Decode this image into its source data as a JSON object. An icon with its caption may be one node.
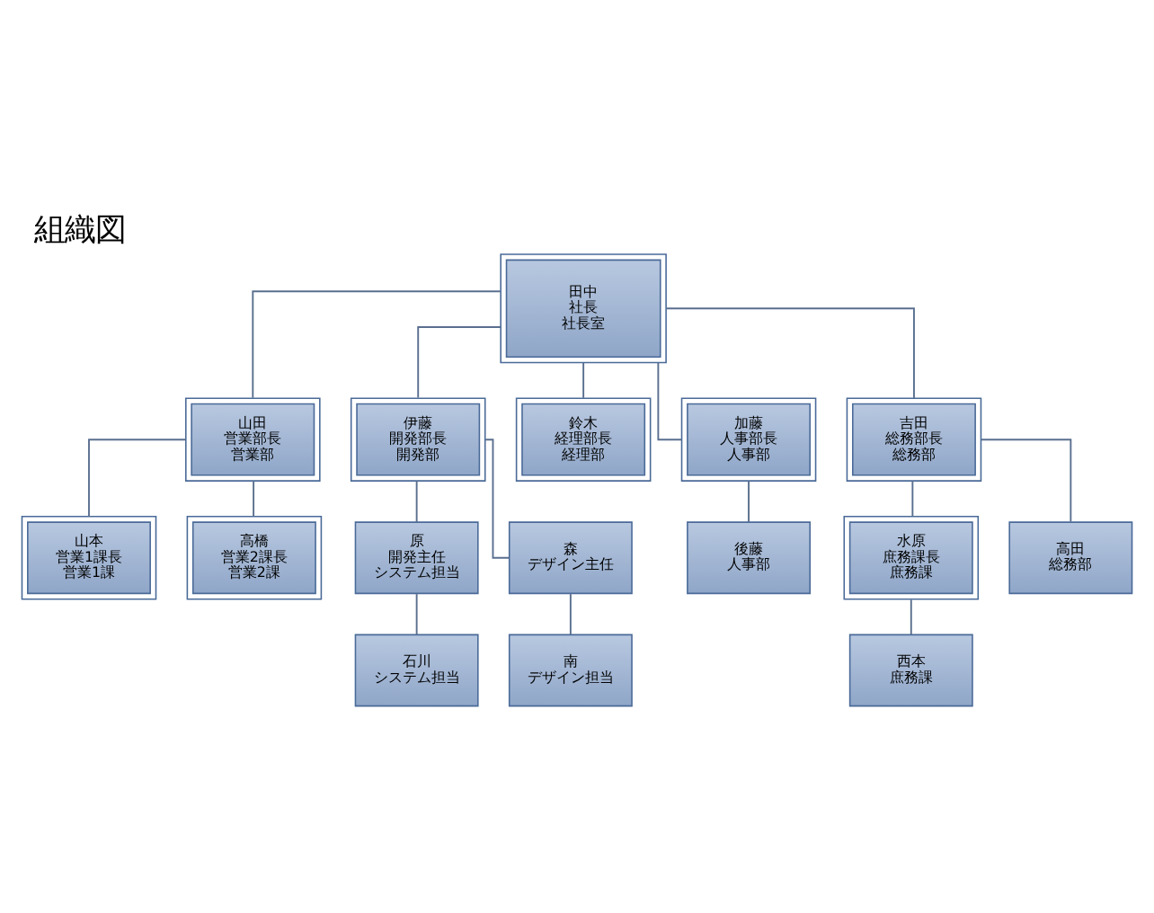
{
  "diagram": {
    "title": "組織図",
    "nodes": [
      {
        "text": [
          "田中",
          "社長",
          "社長室"
        ]
      },
      {
        "text": [
          "山田",
          "営業部長",
          "営業部"
        ]
      },
      {
        "text": [
          "伊藤",
          "開発部長",
          "開発部"
        ]
      },
      {
        "text": [
          "鈴木",
          "経理部長",
          "経理部"
        ]
      },
      {
        "text": [
          "加藤",
          "人事部長",
          "人事部"
        ]
      },
      {
        "text": [
          "吉田",
          "総務部長",
          "総務部"
        ]
      },
      {
        "text": [
          "山本",
          "営業1課長",
          "営業1課"
        ]
      },
      {
        "text": [
          "高橋",
          "営業2課長",
          "営業2課"
        ]
      },
      {
        "text": [
          "原",
          "開発主任",
          "システム担当"
        ]
      },
      {
        "text": [
          "石川",
          "システム担当"
        ]
      },
      {
        "text": [
          "森",
          "デザイン主任"
        ]
      },
      {
        "text": [
          "南",
          "デザイン担当"
        ]
      },
      {
        "text": [
          "後藤",
          "人事部"
        ]
      },
      {
        "text": [
          "水原",
          "庶務課長",
          "庶務課"
        ]
      },
      {
        "text": [
          "西本",
          "庶務課"
        ]
      },
      {
        "text": [
          "高田",
          "総務部"
        ]
      }
    ],
    "edges": [
      {
        "from": 0,
        "to": 1,
        "arrow": "none"
      },
      {
        "from": 0,
        "to": 2,
        "arrow": "none"
      },
      {
        "from": 0,
        "to": 3,
        "arrow": "none"
      },
      {
        "from": 0,
        "to": 4,
        "arrow": "none"
      },
      {
        "from": 0,
        "to": 5,
        "arrow": "none"
      },
      {
        "from": 1,
        "to": 6,
        "arrow": "none"
      },
      {
        "from": 1,
        "to": 7,
        "arrow": "none"
      },
      {
        "from": 2,
        "to": 8,
        "arrow": "none"
      },
      {
        "from": 8,
        "to": 9,
        "arrow": "none"
      },
      {
        "from": 2,
        "to": 10,
        "arrow": "none"
      },
      {
        "from": 10,
        "to": 11,
        "arrow": "none"
      },
      {
        "from": 4,
        "to": 12,
        "arrow": "none"
      },
      {
        "from": 5,
        "to": 13,
        "arrow": "none"
      },
      {
        "from": 13,
        "to": 14,
        "arrow": "none"
      },
      {
        "from": 5,
        "to": 15,
        "arrow": "none"
      }
    ]
  }
}
